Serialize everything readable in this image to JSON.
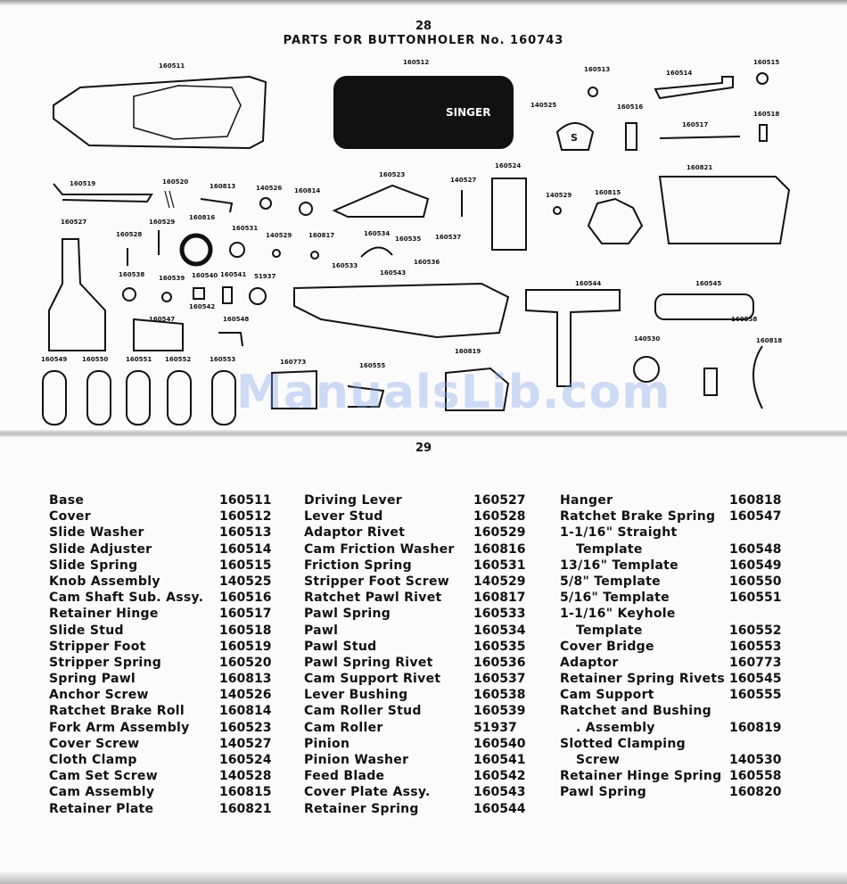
{
  "header": {
    "page_top": "28",
    "title": "PARTS FOR BUTTONHOLER No. 160743",
    "page_bottom": "29"
  },
  "watermark": "ManualsLib.com",
  "brand_plate": "SINGER",
  "knob_letter": "S",
  "diagram_labels": [
    "160511",
    "160512",
    "160513",
    "160514",
    "160515",
    "140525",
    "160516",
    "160517",
    "160518",
    "160519",
    "160520",
    "160813",
    "140526",
    "160814",
    "160523",
    "140527",
    "160524",
    "140529",
    "160815",
    "160821",
    "160527",
    "160528",
    "160529",
    "160816",
    "160531",
    "140529",
    "160817",
    "160534",
    "160535",
    "160537",
    "160533",
    "160536",
    "160538",
    "160539",
    "160540",
    "160541",
    "51937",
    "160542",
    "160543",
    "160544",
    "160545",
    "160558",
    "160818",
    "160547",
    "160548",
    "160549",
    "160550",
    "160551",
    "160552",
    "160553",
    "160773",
    "160555",
    "160819",
    "140530"
  ],
  "parts": {
    "col1": [
      {
        "name": "Base",
        "number": "160511"
      },
      {
        "name": "Cover",
        "number": "160512"
      },
      {
        "name": "Slide Washer",
        "number": "160513"
      },
      {
        "name": "Slide Adjuster",
        "number": "160514"
      },
      {
        "name": "Slide Spring",
        "number": "160515"
      },
      {
        "name": "Knob Assembly",
        "number": "140525"
      },
      {
        "name": "Cam Shaft Sub. Assy.",
        "number": "160516"
      },
      {
        "name": "Retainer Hinge",
        "number": "160517"
      },
      {
        "name": "Slide Stud",
        "number": "160518"
      },
      {
        "name": "Stripper Foot",
        "number": "160519"
      },
      {
        "name": "Stripper Spring",
        "number": "160520"
      },
      {
        "name": "Spring Pawl",
        "number": "160813"
      },
      {
        "name": "Anchor Screw",
        "number": "140526"
      },
      {
        "name": "Ratchet Brake Roll",
        "number": "160814"
      },
      {
        "name": "Fork Arm Assembly",
        "number": "160523"
      },
      {
        "name": "Cover Screw",
        "number": "140527"
      },
      {
        "name": "Cloth Clamp",
        "number": "160524"
      },
      {
        "name": "Cam Set Screw",
        "number": "140528"
      },
      {
        "name": "Cam Assembly",
        "number": "160815"
      },
      {
        "name": "Retainer Plate",
        "number": "160821"
      }
    ],
    "col2": [
      {
        "name": "Driving Lever",
        "number": "160527"
      },
      {
        "name": "Lever Stud",
        "number": "160528"
      },
      {
        "name": "Adaptor Rivet",
        "number": "160529"
      },
      {
        "name": "Cam Friction Washer",
        "number": "160816"
      },
      {
        "name": "Friction Spring",
        "number": "160531"
      },
      {
        "name": "Stripper Foot Screw",
        "number": "140529"
      },
      {
        "name": "Ratchet Pawl Rivet",
        "number": "160817"
      },
      {
        "name": "Pawl Spring",
        "number": "160533"
      },
      {
        "name": "Pawl",
        "number": "160534"
      },
      {
        "name": "Pawl Stud",
        "number": "160535"
      },
      {
        "name": "Pawl Spring Rivet",
        "number": "160536"
      },
      {
        "name": "Cam Support Rivet",
        "number": "160537"
      },
      {
        "name": "Lever Bushing",
        "number": "160538"
      },
      {
        "name": "Cam Roller Stud",
        "number": "160539"
      },
      {
        "name": "Cam Roller",
        "number": "51937"
      },
      {
        "name": "Pinion",
        "number": "160540"
      },
      {
        "name": "Pinion Washer",
        "number": "160541"
      },
      {
        "name": "Feed Blade",
        "number": "160542"
      },
      {
        "name": "Cover Plate Assy.",
        "number": "160543"
      },
      {
        "name": "Retainer Spring",
        "number": "160544"
      }
    ],
    "col3": [
      {
        "name": "Hanger",
        "number": "160818"
      },
      {
        "name": "Ratchet Brake Spring",
        "number": "160547"
      },
      {
        "name": "1-1/16\" Straight",
        "number": ""
      },
      {
        "name": "Template",
        "number": "160548",
        "indent": true
      },
      {
        "name": "13/16\" Template",
        "number": "160549"
      },
      {
        "name": "5/8\" Template",
        "number": "160550"
      },
      {
        "name": "5/16\" Template",
        "number": "160551"
      },
      {
        "name": "1-1/16\" Keyhole",
        "number": ""
      },
      {
        "name": "Template",
        "number": "160552",
        "indent": true
      },
      {
        "name": "Cover Bridge",
        "number": "160553"
      },
      {
        "name": "Adaptor",
        "number": "160773"
      },
      {
        "name": "Retainer Spring Rivets",
        "number": "160545"
      },
      {
        "name": "Cam Support",
        "number": "160555"
      },
      {
        "name": "Ratchet and Bushing",
        "number": ""
      },
      {
        "name": ". Assembly",
        "number": "160819",
        "indent": true
      },
      {
        "name": "Slotted Clamping",
        "number": ""
      },
      {
        "name": "Screw",
        "number": "140530",
        "indent": true
      },
      {
        "name": "Retainer Hinge Spring",
        "number": "160558"
      },
      {
        "name": "Pawl Spring",
        "number": "160820"
      }
    ]
  }
}
